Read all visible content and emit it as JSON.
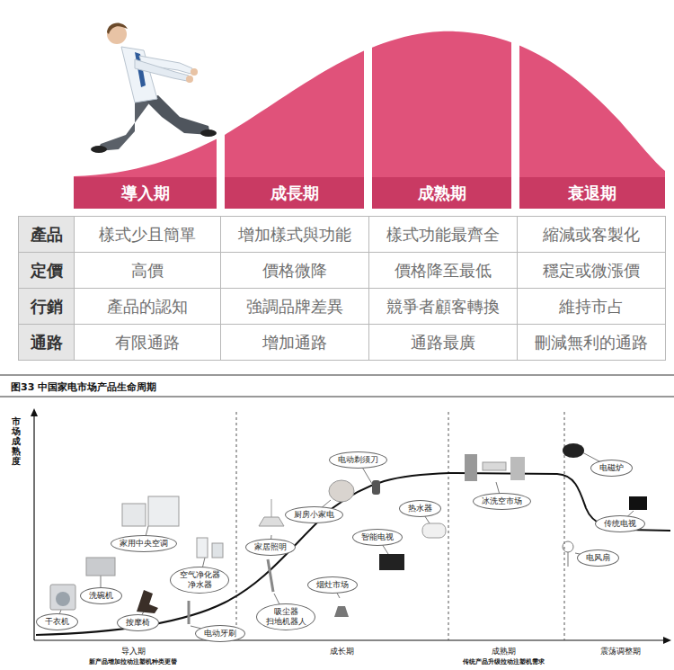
{
  "diagram": {
    "title": "图33 中国家电市场产品生命周期",
    "nodes": [
      {
        "text": [
          "導入期"
        ]
      },
      {
        "text": [
          "成長期"
        ]
      },
      {
        "text": [
          "成熟期"
        ]
      },
      {
        "text": [
          "衰退期"
        ]
      },
      {
        "text": [
          "干衣机"
        ]
      },
      {
        "text": [
          "洗碗机"
        ]
      },
      {
        "text": [
          "按摩椅"
        ]
      },
      {
        "text": [
          "家用中央空调"
        ]
      },
      {
        "text": [
          "空气净化器 净水器"
        ]
      },
      {
        "text": [
          "电动牙刷"
        ]
      },
      {
        "text": [
          "家居照明"
        ]
      },
      {
        "text": [
          "吸尘器 扫地机器人"
        ]
      },
      {
        "text": [
          "厨房小家电"
        ]
      },
      {
        "text": [
          "电动剃须刀"
        ]
      },
      {
        "text": [
          "智能电视"
        ]
      },
      {
        "text": [
          "烟灶市场"
        ]
      },
      {
        "text": [
          "热水器"
        ]
      },
      {
        "text": [
          "冰洗空市场"
        ]
      },
      {
        "text": [
          "电磁炉"
        ]
      },
      {
        "text": [
          "传统电视"
        ]
      },
      {
        "text": [
          "电风扇"
        ]
      }
    ],
    "labels": [
      "產品",
      "樣式少且簡單",
      "增加樣式與功能",
      "樣式功能最齊全",
      "縮減或客製化",
      "定價",
      "高價",
      "價格微降",
      "價格降至最低",
      "穩定或微漲價",
      "行銷",
      "產品的認知",
      "強調品牌差異",
      "競爭者顧客轉換",
      "維持市占",
      "通路",
      "有限通路",
      "增加通路",
      "通路最廣",
      "刪減無利的通路",
      "市场成熟度",
      "导入期",
      "新产品增加拉动注塑机种类更替",
      "成长期",
      "成熟期",
      "传统产品升级拉动注塑机需求",
      "震荡调整期"
    ]
  }
}
